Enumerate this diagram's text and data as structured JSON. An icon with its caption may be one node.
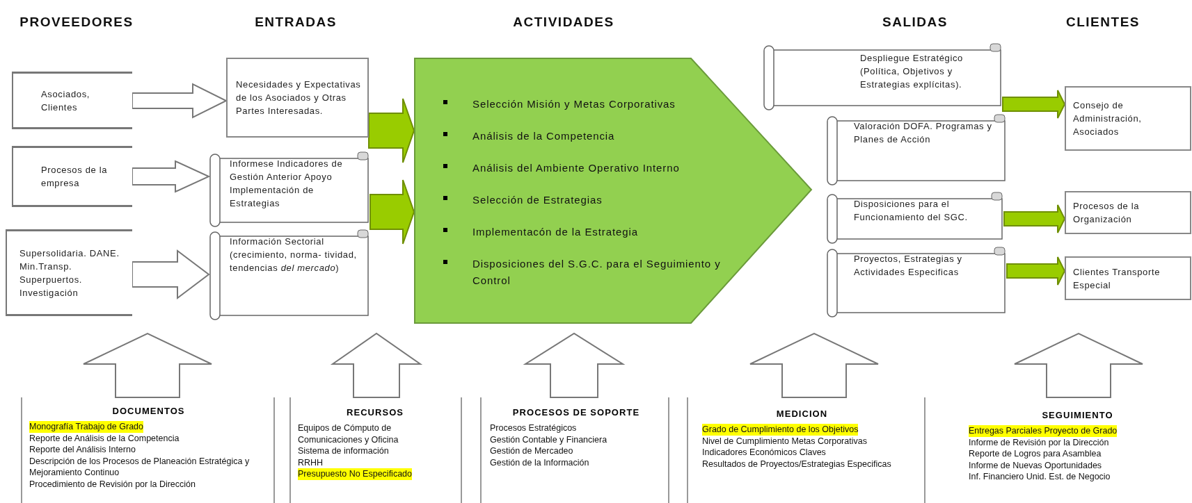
{
  "diagram": {
    "nodes": [
      {
        "text": [
          "Asociados, Clientes"
        ]
      },
      {
        "text": [
          "Procesos de la empresa"
        ]
      },
      {
        "text": [
          "Supersolidaria. DANE. Min.Transp. Superpuertos. Investigación"
        ]
      },
      {
        "text": [
          "Necesidades y Expectativas de los Asociados y Otras Partes Interesadas."
        ]
      },
      {
        "text": [
          "Informese Indicadores de Gestión Anterior Apoyo Implementación de Estrategias"
        ]
      },
      {
        "text": [
          "Información Sectorial (crecimiento, norma- tividad, tendencias *del mercado*)"
        ]
      },
      {
        "text": [
          "Selección Misión y Metas Corporativas",
          "Análisis de la Competencia",
          "Análisis del Ambiente Operativo Interno",
          "Selección de Estrategias",
          "Implementacón de la Estrategia",
          "Disposiciones del S.G.C. para el Seguimiento y Control"
        ]
      },
      {
        "text": [
          "Despliegue Estratégico (Política, Objetivos y Estrategias explícitas)."
        ]
      },
      {
        "text": [
          "Valoración DOFA. Programas y Planes de Acción"
        ]
      },
      {
        "text": [
          "Disposiciones para el Funcionamiento del SGC."
        ]
      },
      {
        "text": [
          "Proyectos, Estrategias y Actividades Especificas"
        ]
      },
      {
        "text": [
          "Consejo de Administración, Asociados"
        ]
      },
      {
        "text": [
          "Procesos de la Organización"
        ]
      },
      {
        "text": [
          "Clientes Transporte Especial"
        ]
      },
      {
        "text": [
          "DOCUMENTOS",
          "Monografía Trabajo de Grado",
          "Reporte de Análisis de la Competencia",
          "Reporte del Análisis Interno",
          "Descripción de los Procesos de Planeación Estratégica y Mejoramiento Continuo",
          "Procedimiento de Revisión por la Dirección"
        ]
      },
      {
        "text": [
          "RECURSOS",
          "Equipos de Cómputo de Comunicaciones y Oficina",
          "Sistema de información",
          "RRHH",
          "Presupuesto No Especificado"
        ]
      },
      {
        "text": [
          "PROCESOS DE SOPORTE",
          "Procesos Estratégicos",
          "Gestión Contable y Financiera",
          "Gestión de Mercadeo",
          "Gestión de la Información"
        ]
      },
      {
        "text": [
          "MEDICION",
          "Grado de Cumplimiento de los Objetivos",
          "Nivel de Cumplimiento Metas Corporativas",
          "Indicadores Económicos Claves",
          "Resultados de Proyectos/Estrategias Especificas"
        ]
      },
      {
        "text": [
          "SEGUIMIENTO",
          "Entregas Parciales Proyecto de Grado",
          "Informe de Revisión por la Dirección",
          "Reporte de Logros para Asamblea",
          "Informe de Nuevas Oportunidades",
          "Inf. Financiero Unid. Est. de Negocio"
        ]
      }
    ],
    "edges": [
      {
        "from": 0,
        "to": 3,
        "arrow": "to"
      },
      {
        "from": 1,
        "to": 4,
        "arrow": "to"
      },
      {
        "from": 2,
        "to": 5,
        "arrow": "to"
      },
      {
        "from": 3,
        "to": 6,
        "arrow": "to",
        "color": "#99cc00"
      },
      {
        "from": 4,
        "to": 6,
        "arrow": "to",
        "color": "#99cc00"
      },
      {
        "from": 7,
        "to": 11,
        "arrow": "to",
        "color": "#99cc00"
      },
      {
        "from": 9,
        "to": 12,
        "arrow": "to",
        "color": "#99cc00"
      },
      {
        "from": 10,
        "to": 13,
        "arrow": "to",
        "color": "#99cc00"
      },
      {
        "from": 14,
        "to": null,
        "arrow": "to"
      },
      {
        "from": 15,
        "to": null,
        "arrow": "to"
      },
      {
        "from": 16,
        "to": null,
        "arrow": "to"
      },
      {
        "from": 17,
        "to": null,
        "arrow": "to"
      },
      {
        "from": 18,
        "to": null,
        "arrow": "to"
      }
    ],
    "labels": [
      "PROVEEDORES",
      "ENTRADAS",
      "ACTIVIDADES",
      "SALIDAS",
      "CLIENTES"
    ]
  }
}
